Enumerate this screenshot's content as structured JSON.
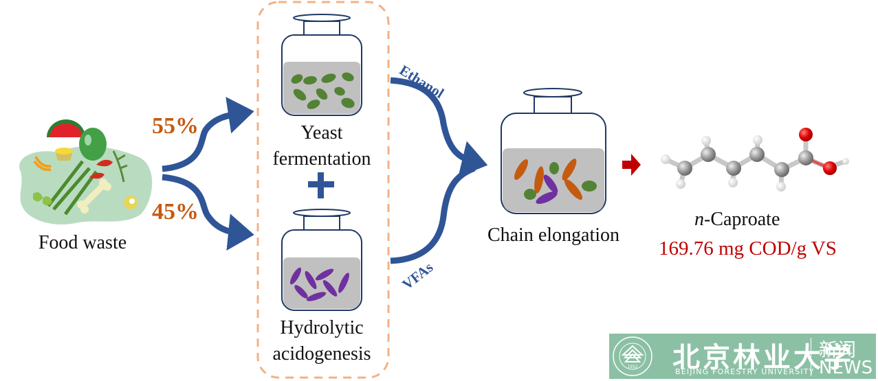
{
  "title": "Food waste to n-caproate via yeast fermentation and hydrolytic acidogenesis followed by chain elongation",
  "source": {
    "label": "Food waste",
    "icon": "food-waste-illustration"
  },
  "splits": [
    {
      "label": "55%",
      "target": "Yeast fermentation"
    },
    {
      "label": "45%",
      "target": "Hydrolytic acidogenesis"
    }
  ],
  "reactors": {
    "yeast": {
      "label_line1": "Yeast",
      "label_line2": "fermentation",
      "cells_color": "#548235"
    },
    "hydrolytic": {
      "label_line1": "Hydrolytic",
      "label_line2": "acidogenesis",
      "cells_color": "#7030a0"
    },
    "plus_sign": "+",
    "chain": {
      "label": "Chain elongation"
    }
  },
  "intermediates": {
    "top": "Ethanol",
    "bottom": "VFAs"
  },
  "product": {
    "prefix": "n",
    "name": "-Caproate",
    "yield": "169.76 mg COD/g VS"
  },
  "colors": {
    "arrow": "#2f5597",
    "percent": "#c55a11",
    "dashed_box": "#f4b183",
    "jar_outline": "#1f3864",
    "liquid": "#c0c0c0",
    "orange_cells": "#c55a11",
    "product_arrow": "#c00000",
    "yield_text": "#c00000",
    "logo_bg": "#8cc0a5"
  },
  "watermark": {
    "seal_year": "1952",
    "name_cn": "北京林业大学",
    "name_en": "BEIJING FORESTRY UNIVERSITY",
    "news_cn": "新闻",
    "news_en": "NEWS"
  }
}
